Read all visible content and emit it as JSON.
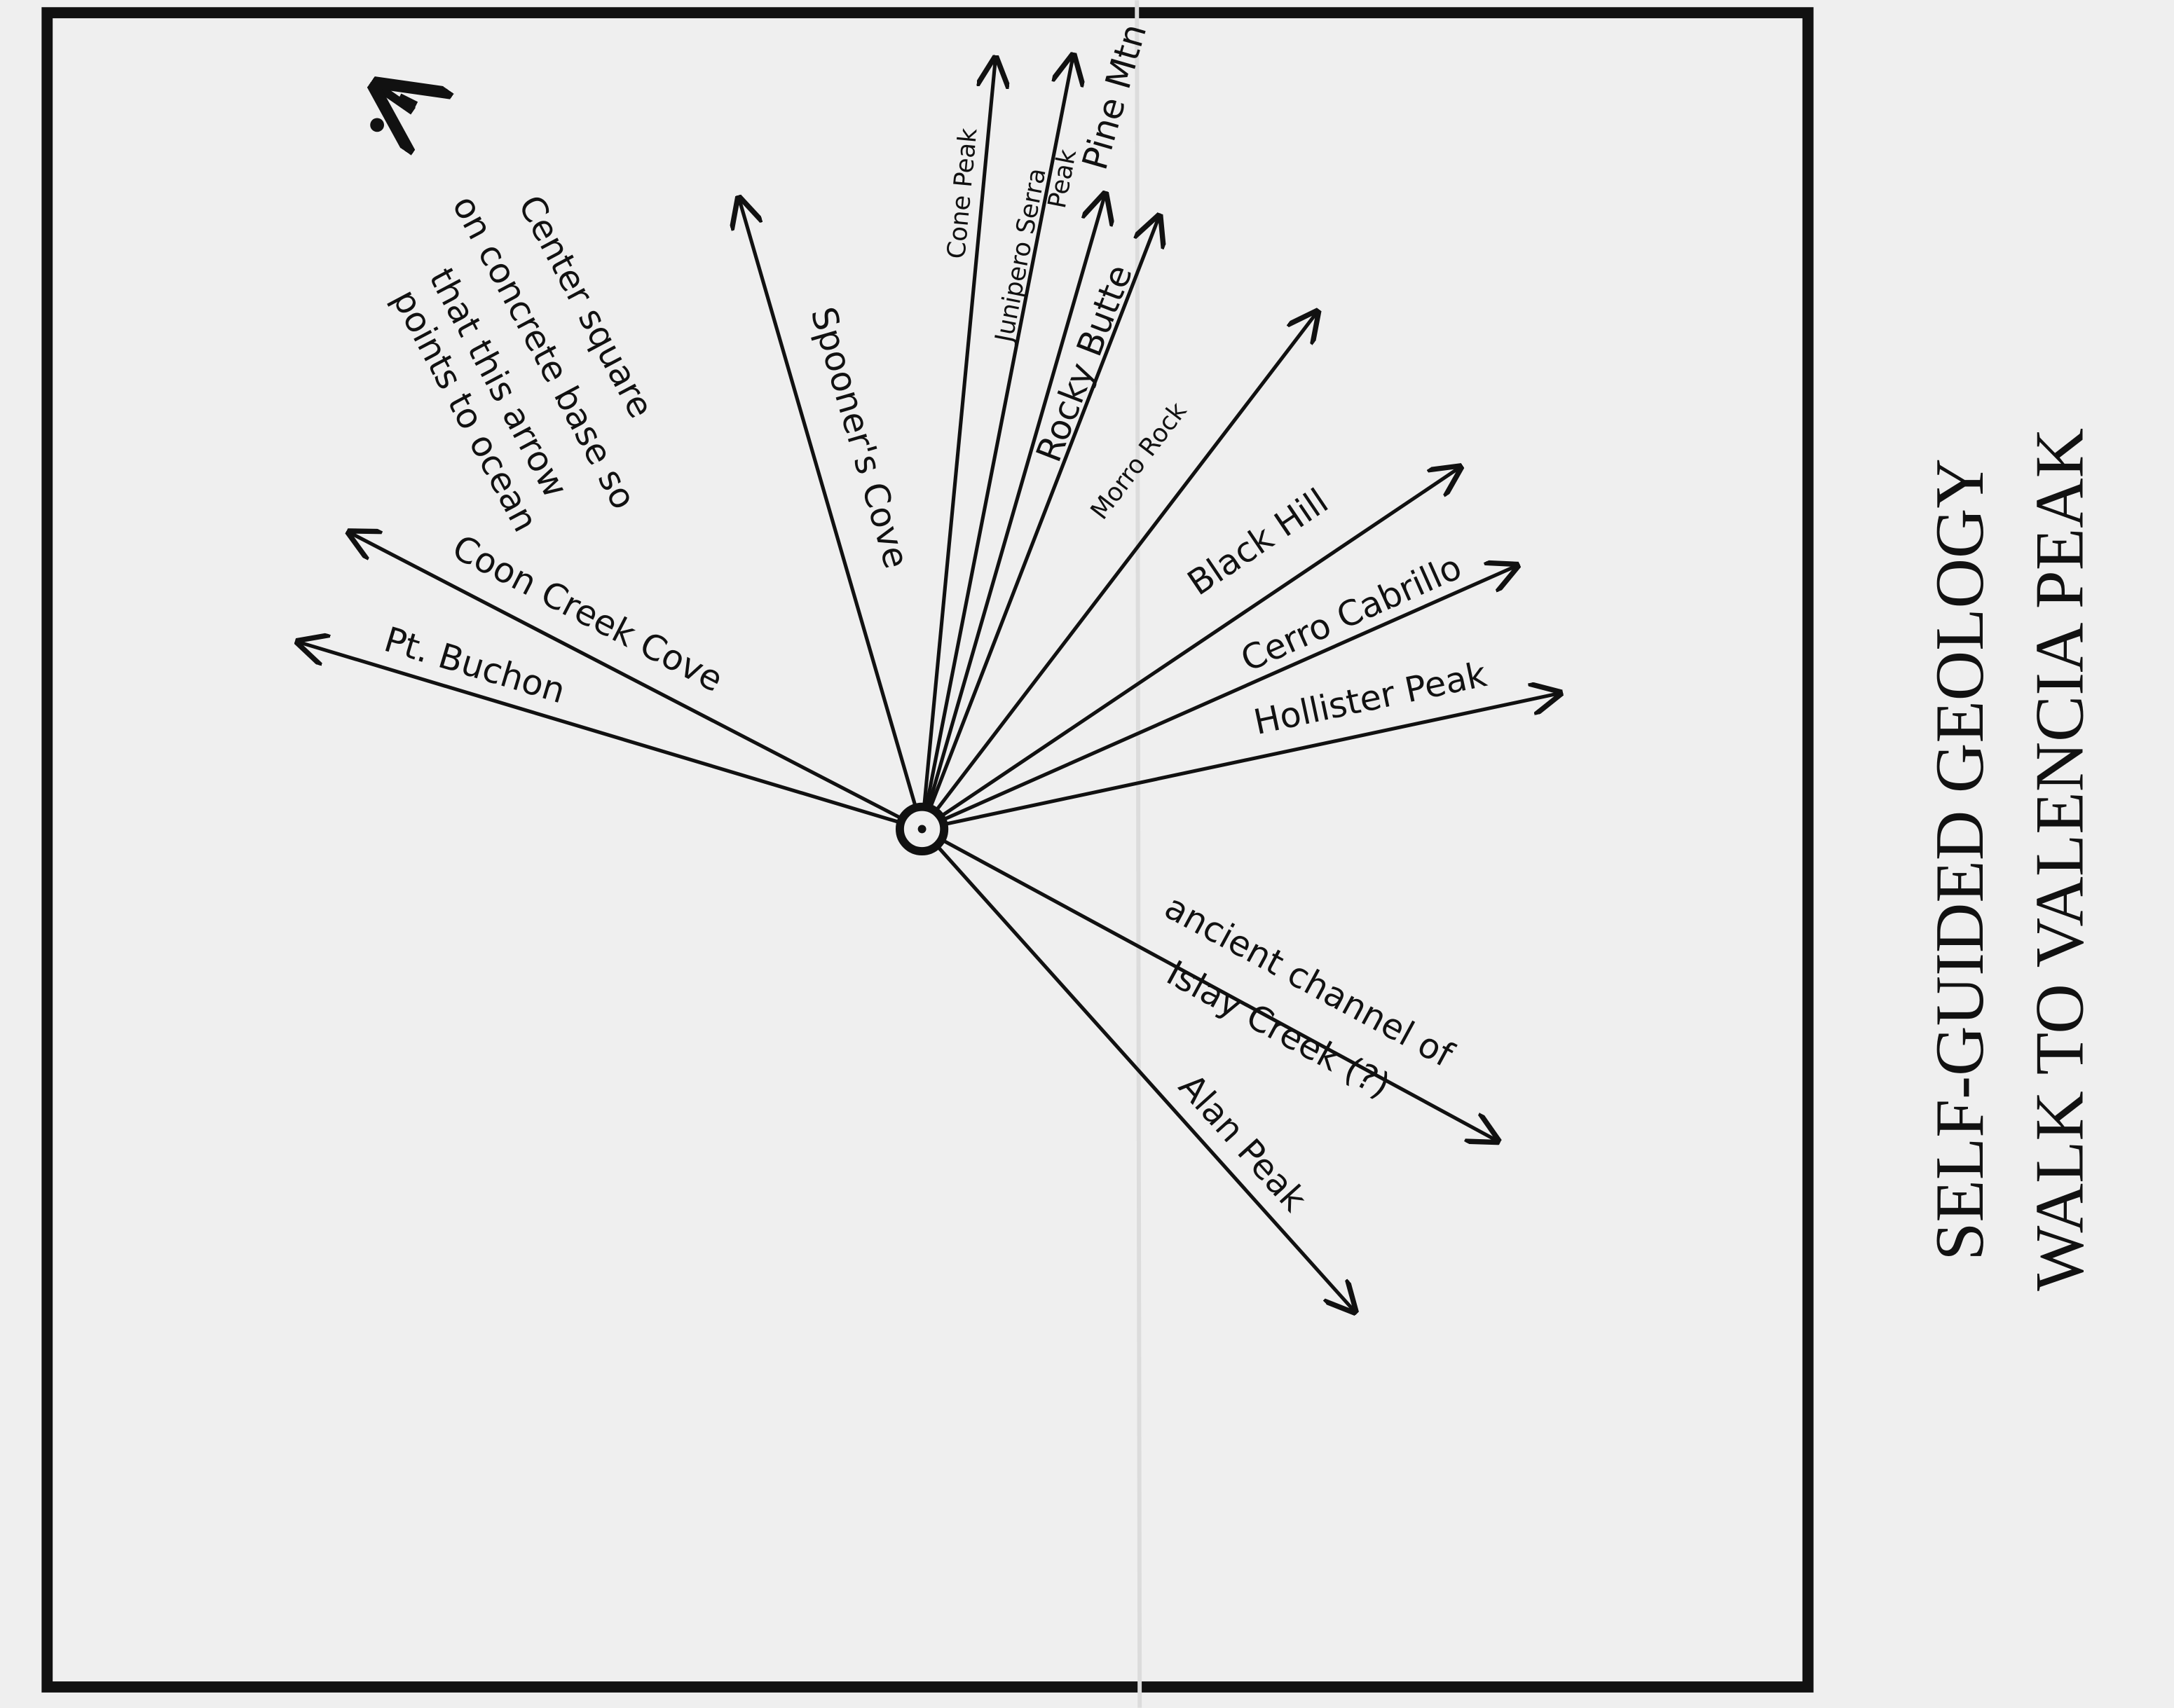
{
  "title": {
    "line1": "SELF-GUIDED GEOLOGY",
    "line2": "WALK TO VALENCIA PEAK"
  },
  "instructions": {
    "lines": [
      "Center square",
      "on concrete base so",
      "that this arrow",
      "points to ocean"
    ]
  },
  "directions": [
    {
      "label": "Pt. Buchon"
    },
    {
      "label": "Coon Creek Cove"
    },
    {
      "label": "Spooner's Cove"
    },
    {
      "label": "Cone Peak"
    },
    {
      "label": "Junipero Serra",
      "sublabel": "Peak"
    },
    {
      "label": "Pine Mtn"
    },
    {
      "label": "Rocky Butte"
    },
    {
      "label": "Morro Rock"
    },
    {
      "label": "Black Hill"
    },
    {
      "label": "Cerro Cabrillo"
    },
    {
      "label": "Hollister Peak"
    },
    {
      "label": "ancient channel of",
      "sublabel": "Islay Creek (?)"
    },
    {
      "label": "Alan Peak"
    }
  ],
  "colors": {
    "ink": "#111111",
    "paper": "#efefef"
  }
}
